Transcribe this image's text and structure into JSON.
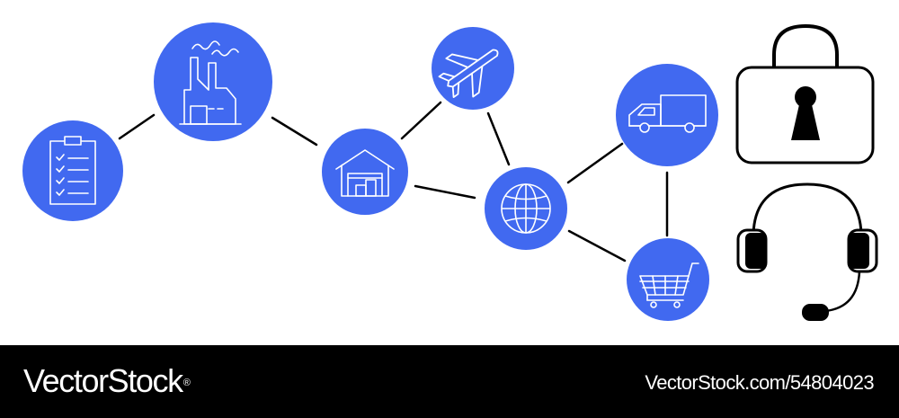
{
  "diagram": {
    "node_color": "#4169f0",
    "icon_color": "#ffffff",
    "line_color": "#000000",
    "nodes": [
      {
        "id": "checklist",
        "icon": "clipboard-checklist-icon"
      },
      {
        "id": "factory",
        "icon": "factory-icon"
      },
      {
        "id": "warehouse",
        "icon": "warehouse-icon"
      },
      {
        "id": "airplane",
        "icon": "airplane-icon"
      },
      {
        "id": "globe",
        "icon": "globe-icon"
      },
      {
        "id": "truck",
        "icon": "delivery-truck-icon"
      },
      {
        "id": "cart",
        "icon": "shopping-cart-icon"
      }
    ],
    "connections": [
      [
        "checklist",
        "factory"
      ],
      [
        "factory",
        "warehouse"
      ],
      [
        "warehouse",
        "airplane"
      ],
      [
        "warehouse",
        "globe"
      ],
      [
        "airplane",
        "globe"
      ],
      [
        "globe",
        "truck"
      ],
      [
        "globe",
        "cart"
      ],
      [
        "truck",
        "cart"
      ]
    ],
    "side_icons": [
      "padlock-icon",
      "headset-icon"
    ]
  },
  "footer": {
    "background": "#000000",
    "brand": "VectorStock",
    "brand_mark": "®",
    "image_id": "VectorStock.com/54804023"
  }
}
